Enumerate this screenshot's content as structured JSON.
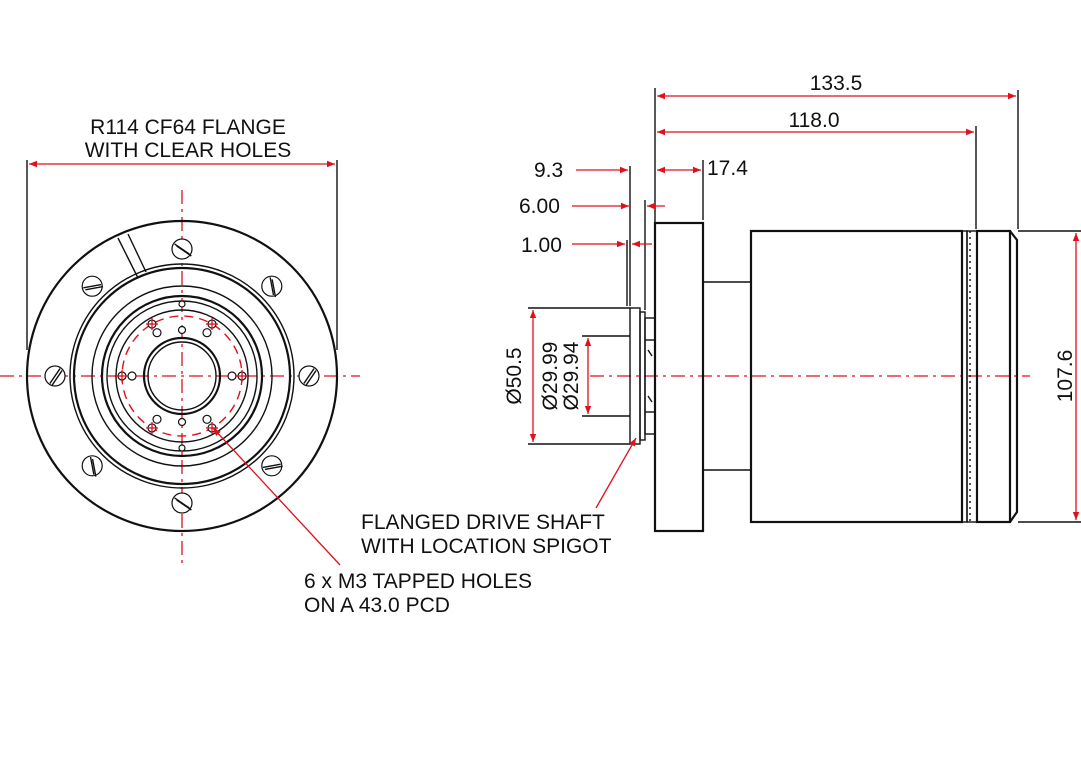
{
  "front_view": {
    "flange_label_line1": "R114 CF64 FLANGE",
    "flange_label_line2": "WITH CLEAR HOLES",
    "tapped_holes_line1": "6 x M3 TAPPED HOLES",
    "tapped_holes_line2": "ON A 43.0 PCD"
  },
  "side_view": {
    "overall_length": "133.5",
    "body_length": "118.0",
    "flange_thickness": "17.4",
    "dim_9_3": "9.3",
    "dim_6_00": "6.00",
    "dim_1_00": "1.00",
    "dia_shaft_flange": "Ø50.5",
    "dia_spigot_max": "Ø29.99",
    "dia_spigot_min": "Ø29.94",
    "height": "107.6",
    "shaft_label_line1": "FLANGED DRIVE SHAFT",
    "shaft_label_line2": "WITH LOCATION SPIGOT"
  },
  "colors": {
    "outline": "#111111",
    "dimension": "#e0101c"
  }
}
